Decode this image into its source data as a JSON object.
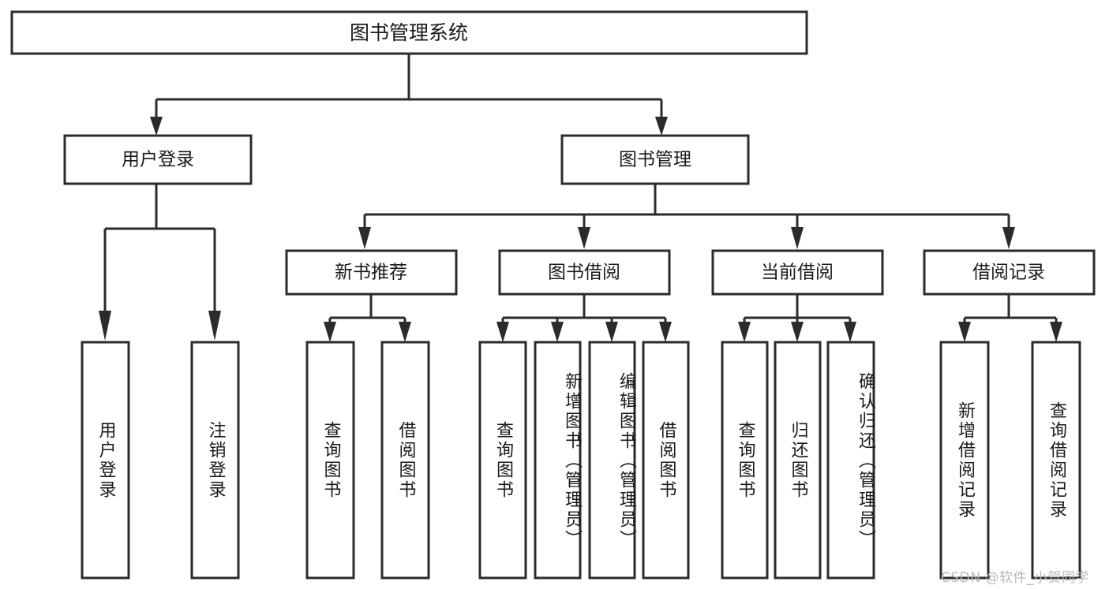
{
  "diagram": {
    "type": "tree-hierarchy",
    "title_node": {
      "id": "root",
      "label": "图书管理系统"
    },
    "level2": [
      {
        "id": "user-login",
        "label": "用户登录"
      },
      {
        "id": "book-manage",
        "label": "图书管理"
      }
    ],
    "level3": [
      {
        "id": "new-book-recommend",
        "label": "新书推荐",
        "parent": "book-manage"
      },
      {
        "id": "book-borrow",
        "label": "图书借阅",
        "parent": "book-manage"
      },
      {
        "id": "current-borrow",
        "label": "当前借阅",
        "parent": "book-manage"
      },
      {
        "id": "borrow-record",
        "label": "借阅记录",
        "parent": "book-manage"
      }
    ],
    "leaves": [
      {
        "id": "leaf-user-login",
        "label": "用户登录",
        "parent": "user-login"
      },
      {
        "id": "leaf-logout-login",
        "label": "注销登录",
        "parent": "user-login"
      },
      {
        "id": "leaf-query-book-1",
        "label": "查询图书",
        "parent": "new-book-recommend"
      },
      {
        "id": "leaf-borrow-book-1",
        "label": "借阅图书",
        "parent": "new-book-recommend"
      },
      {
        "id": "leaf-query-book-2",
        "label": "查询图书",
        "parent": "book-borrow"
      },
      {
        "id": "leaf-add-book-admin",
        "label": "新增图书（管理员）",
        "parent": "book-borrow"
      },
      {
        "id": "leaf-edit-book-admin",
        "label": "编辑图书（管理员）",
        "parent": "book-borrow"
      },
      {
        "id": "leaf-borrow-book-2",
        "label": "借阅图书",
        "parent": "book-borrow"
      },
      {
        "id": "leaf-query-book-3",
        "label": "查询图书",
        "parent": "current-borrow"
      },
      {
        "id": "leaf-return-book",
        "label": "归还图书",
        "parent": "current-borrow"
      },
      {
        "id": "leaf-confirm-return-admin",
        "label": "确认归还（管理员）",
        "parent": "current-borrow"
      },
      {
        "id": "leaf-add-borrow-record",
        "label": "新增借阅记录",
        "parent": "borrow-record"
      },
      {
        "id": "leaf-query-borrow-record",
        "label": "查询借阅记录",
        "parent": "borrow-record"
      }
    ]
  },
  "watermark": {
    "text": "CSDN @软件_小贺同学"
  },
  "colors": {
    "stroke": "#2b2b2b",
    "fill": "#ffffff",
    "text": "#1a1a1a",
    "watermark": "#b9b9b9"
  }
}
